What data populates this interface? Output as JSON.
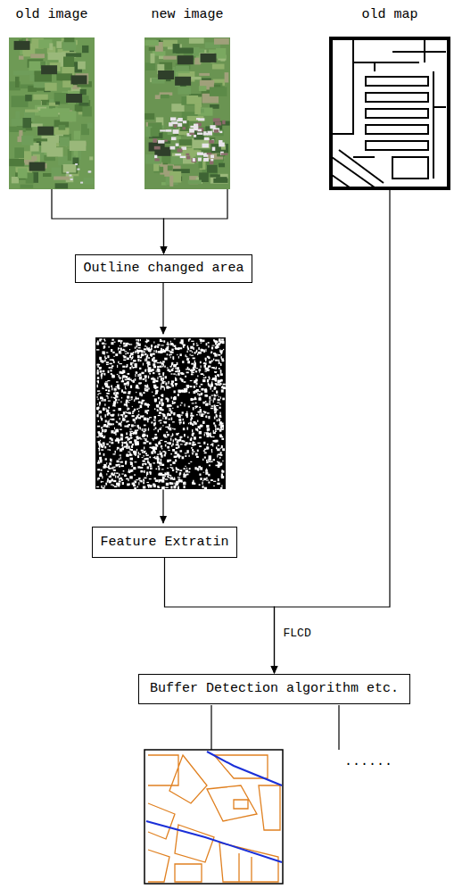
{
  "diagram": {
    "nodes": [
      {
        "text": [
          "old image"
        ]
      },
      {
        "text": [
          "new image"
        ]
      },
      {
        "text": [
          "old map"
        ]
      },
      {
        "text": [
          "Outline changed area"
        ]
      },
      {
        "text": [
          "Feature Extratin"
        ]
      },
      {
        "text": [
          "Buffer Detection algorithm etc."
        ]
      }
    ],
    "edges": [
      {
        "from": 0,
        "to": 3,
        "arrow": "to"
      },
      {
        "from": 1,
        "to": 3,
        "arrow": "to"
      },
      {
        "from": 4,
        "to": 5,
        "label": "FLCD",
        "arrow": "to"
      },
      {
        "from": 2,
        "to": 5,
        "arrow": "to"
      }
    ],
    "labels": [
      "......"
    ]
  }
}
